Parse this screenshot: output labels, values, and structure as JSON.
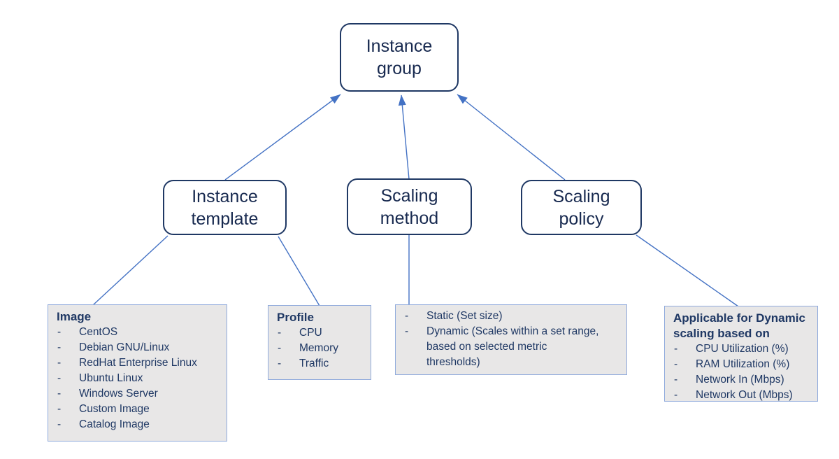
{
  "diagram": {
    "nodes": {
      "instance_group": {
        "label": "Instance\ngroup"
      },
      "instance_template": {
        "label": "Instance\ntemplate"
      },
      "scaling_method": {
        "label": "Scaling\nmethod"
      },
      "scaling_policy": {
        "label": "Scaling\npolicy"
      }
    },
    "panels": {
      "image": {
        "title": "Image",
        "items": [
          "CentOS",
          "Debian GNU/Linux",
          "RedHat Enterprise Linux",
          "Ubuntu Linux",
          "Windows Server",
          "Custom Image",
          "Catalog Image"
        ]
      },
      "profile": {
        "title": "Profile",
        "items": [
          "CPU",
          "Memory",
          "Traffic"
        ]
      },
      "method_options": {
        "items": [
          "Static (Set size)",
          "Dynamic (Scales within a set range,\nbased on selected metric\nthresholds)"
        ]
      },
      "policy_metrics": {
        "title": "Applicable for Dynamic\nscaling based on",
        "items": [
          "CPU Utilization (%)",
          "RAM Utilization (%)",
          "Network In (Mbps)",
          "Network Out (Mbps)"
        ]
      }
    },
    "edges": [
      {
        "from": "instance_template",
        "to": "instance_group",
        "arrow": true
      },
      {
        "from": "scaling_method",
        "to": "instance_group",
        "arrow": true
      },
      {
        "from": "scaling_policy",
        "to": "instance_group",
        "arrow": true
      },
      {
        "from": "instance_template",
        "to": "image_panel",
        "arrow": false
      },
      {
        "from": "instance_template",
        "to": "profile_panel",
        "arrow": false
      },
      {
        "from": "scaling_method",
        "to": "method_options_panel",
        "arrow": false
      },
      {
        "from": "scaling_policy",
        "to": "policy_metrics_panel",
        "arrow": false
      }
    ],
    "colors": {
      "node_border": "#1f3864",
      "node_text": "#17294f",
      "connector": "#4472c4",
      "panel_fill": "#e8e7e7",
      "panel_border": "#8faadc",
      "panel_text": "#1f3864"
    }
  }
}
